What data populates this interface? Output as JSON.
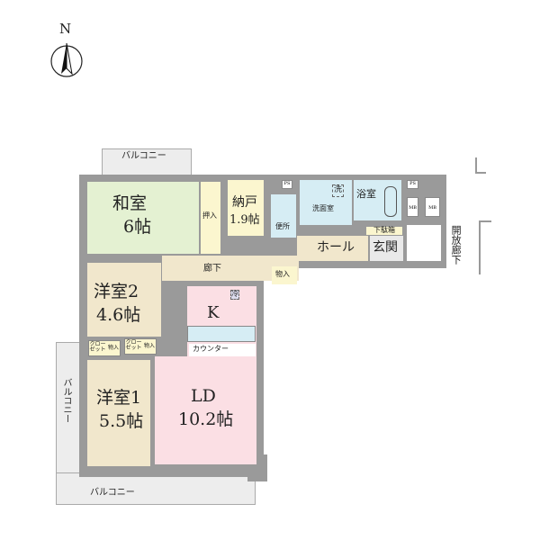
{
  "compass": {
    "label": "N",
    "icon": "north-arrow-icon"
  },
  "rooms": {
    "washitsu": {
      "name": "和室",
      "size": "6帖"
    },
    "oshiire": "押入",
    "nando": {
      "name": "納戸",
      "size": "1.9帖"
    },
    "toilet": "便所",
    "washroom": "洗面室",
    "washer": "洗",
    "bath": "浴室",
    "hall": "ホール",
    "genkan": "玄関",
    "getabako": "下駄箱",
    "corridor": "廊下",
    "storage": "物入",
    "yoshitsu2": {
      "name": "洋室2",
      "size": "4.6帖"
    },
    "kitchen": "K",
    "fridge": "冷",
    "counter": "カウンター",
    "ld": {
      "name": "LD",
      "size": "10.2帖"
    },
    "yoshitsu1": {
      "name": "洋室1",
      "size": "5.5帖"
    },
    "closet": "クローゼット",
    "closet_storage": "物入",
    "ps": "PS",
    "mb": "MB"
  },
  "balconies": {
    "top": "バルコニー",
    "left": "バルコニー",
    "bottom": "バルコニー"
  },
  "open_corridor": "開放廊下"
}
